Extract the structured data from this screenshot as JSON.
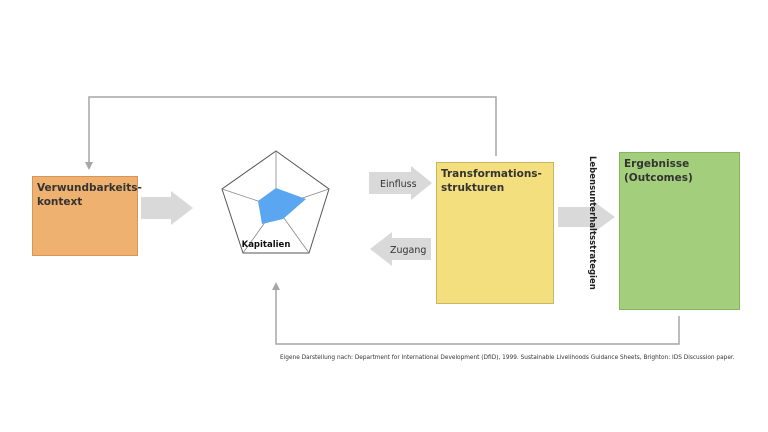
{
  "boxes": {
    "vulnerability": "Verwundbarkeits-\nkontext",
    "transformation": "Transformations-\nstrukturen",
    "outcomes": "Ergebnisse (Outcomes)"
  },
  "capitals_label": "Kapitalien",
  "arrows": {
    "influence": "Einfluss",
    "access": "Zugang"
  },
  "strategies_label": "Lebensunterhaltsstrategien",
  "caption": "Eigene Darstellung nach: Department for International Development (DfID), 1999. Sustainable Livelihoods Guidance Sheets, Brighton: IDS Discussion paper.",
  "colors": {
    "vulnerability": "#efb170",
    "transformation": "#f3df7e",
    "outcomes": "#a3cf7c",
    "capital_fill": "#5aa6f0",
    "arrow_gray": "#d9d9d9",
    "line_gray": "#a6a6a6"
  }
}
